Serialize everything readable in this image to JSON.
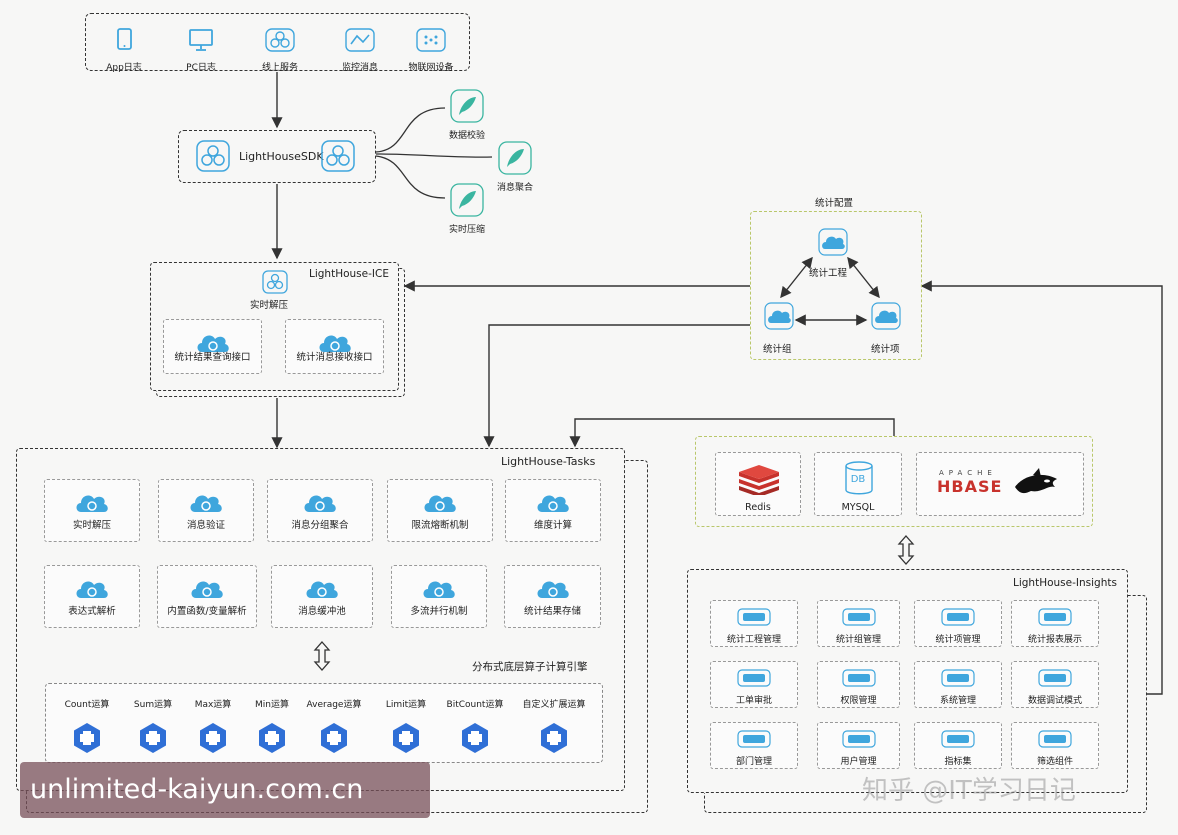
{
  "sources": [
    {
      "label": "App日志",
      "icon": "tablet-icon"
    },
    {
      "label": "PC日志",
      "icon": "monitor-icon"
    },
    {
      "label": "线上服务",
      "icon": "service-icon"
    },
    {
      "label": "监控消息",
      "icon": "monitor-chart-icon"
    },
    {
      "label": "物联网设备",
      "icon": "iot-icon"
    }
  ],
  "sdk": {
    "title": "LightHouseSDK",
    "features": [
      "数据校验",
      "消息聚合",
      "实时压缩"
    ]
  },
  "ice": {
    "title": "LightHouse-ICE",
    "top_label": "实时解压",
    "cards": [
      "统计结果查询接口",
      "统计消息接收接口"
    ]
  },
  "config": {
    "title": "统计配置",
    "nodes": [
      "统计工程",
      "统计组",
      "统计项"
    ]
  },
  "tasks": {
    "title": "LightHouse-Tasks",
    "row1": [
      "实时解压",
      "消息验证",
      "消息分组聚合",
      "限流熔断机制",
      "维度计算"
    ],
    "row2": [
      "表达式解析",
      "内置函数/变量解析",
      "消息缓冲池",
      "多流并行机制",
      "统计结果存储"
    ],
    "engine_title": "分布式底层算子计算引擎",
    "ops": [
      "Count运算",
      "Sum运算",
      "Max运算",
      "Min运算",
      "Average运算",
      "Limit运算",
      "BitCount运算",
      "自定义扩展运算"
    ]
  },
  "storage": {
    "items": [
      "Redis",
      "MYSQL"
    ],
    "mysql_icon_text": "DB",
    "hbase_top": "APACHE",
    "hbase_text": "HBASE"
  },
  "insights": {
    "title": "LightHouse-Insights",
    "grid": [
      "统计工程管理",
      "统计组管理",
      "统计项管理",
      "统计报表展示",
      "工单审批",
      "权限管理",
      "系统管理",
      "数据调试模式",
      "部门管理",
      "用户管理",
      "指标集",
      "筛选组件"
    ]
  },
  "watermark": "unlimited-kaiyun.com.cn",
  "zhihu": "知乎 @IT学习日记",
  "colors": {
    "accent_blue": "#3fa6dd",
    "accent_green": "#3ab5a0",
    "hex_blue": "#2f6fd6",
    "redis": "#c8322c"
  }
}
